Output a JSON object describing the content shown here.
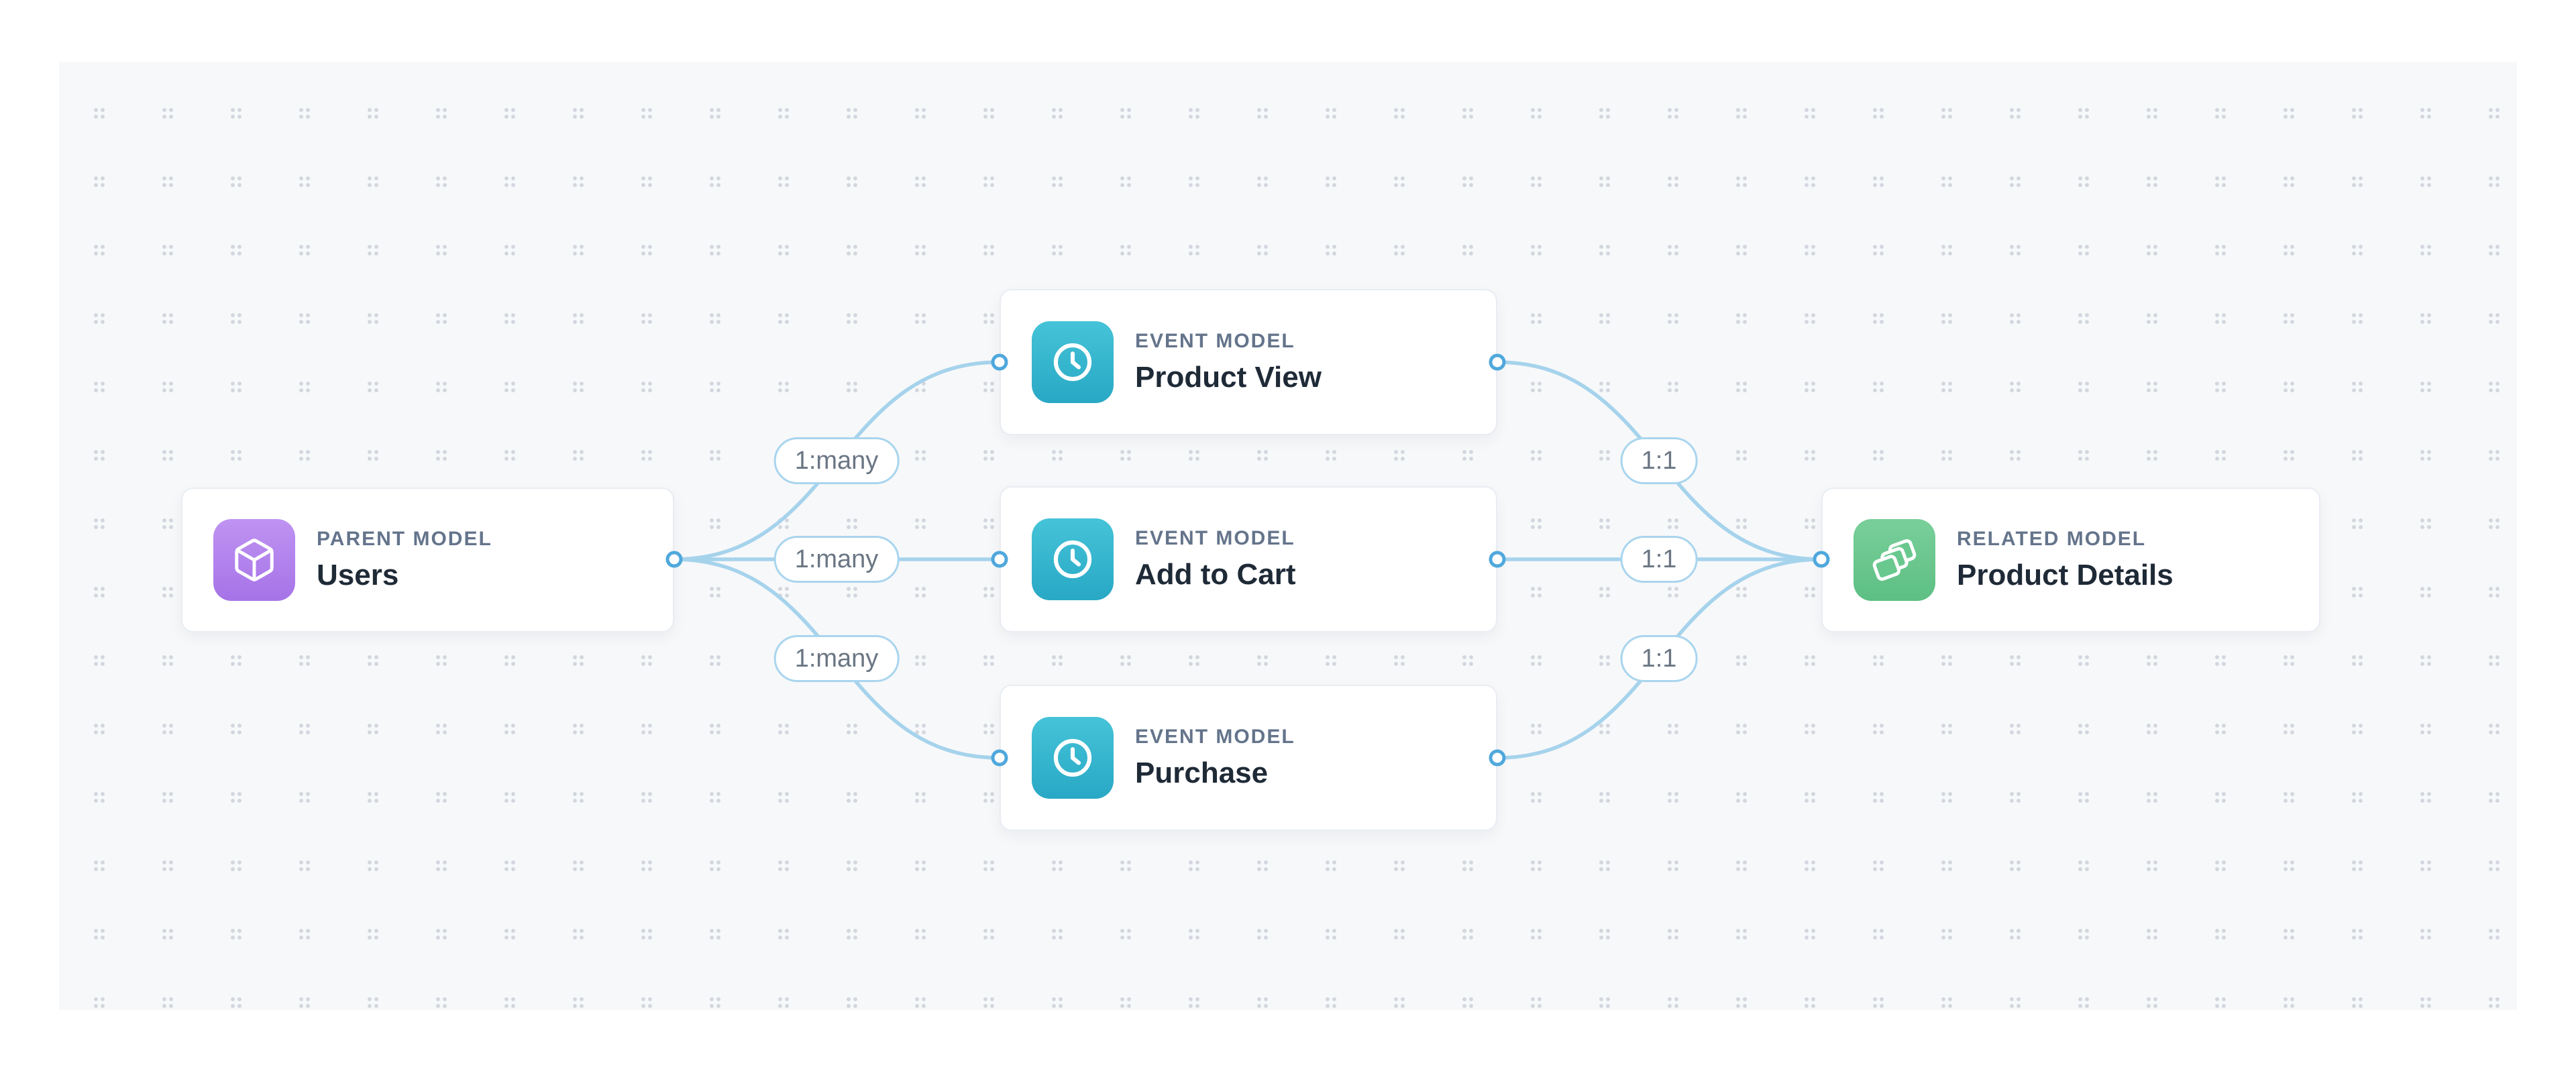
{
  "diagram": {
    "canvas_background": "#f7f8fa",
    "dot_color": "#d2d7de",
    "edge_color": "#a6d3ec",
    "handle_ring_color": "#4fa8dc",
    "label_pill_border_color": "#a9d5ee",
    "label_text_color": "#6b7684"
  },
  "nodes": [
    {
      "id": "users",
      "type_label": "PARENT MODEL",
      "title": "Users",
      "icon": "box-icon",
      "color_top": "#bf93f2",
      "color_bottom": "#a673e7"
    },
    {
      "id": "product_view",
      "type_label": "EVENT MODEL",
      "title": "Product View",
      "icon": "clock-icon",
      "color_top": "#45c3d8",
      "color_bottom": "#28a8c5"
    },
    {
      "id": "add_to_cart",
      "type_label": "EVENT MODEL",
      "title": "Add to Cart",
      "icon": "clock-icon",
      "color_top": "#45c3d8",
      "color_bottom": "#28a8c5"
    },
    {
      "id": "purchase",
      "type_label": "EVENT MODEL",
      "title": "Purchase",
      "icon": "clock-icon",
      "color_top": "#45c3d8",
      "color_bottom": "#28a8c5"
    },
    {
      "id": "product_details",
      "type_label": "RELATED MODEL",
      "title": "Product Details",
      "icon": "layers-icon",
      "color_top": "#79cf9a",
      "color_bottom": "#5dbf83"
    }
  ],
  "edges": [
    {
      "from": "users",
      "to": "product_view",
      "label": "1:many"
    },
    {
      "from": "users",
      "to": "add_to_cart",
      "label": "1:many"
    },
    {
      "from": "users",
      "to": "purchase",
      "label": "1:many"
    },
    {
      "from": "product_view",
      "to": "product_details",
      "label": "1:1"
    },
    {
      "from": "add_to_cart",
      "to": "product_details",
      "label": "1:1"
    },
    {
      "from": "purchase",
      "to": "product_details",
      "label": "1:1"
    }
  ]
}
